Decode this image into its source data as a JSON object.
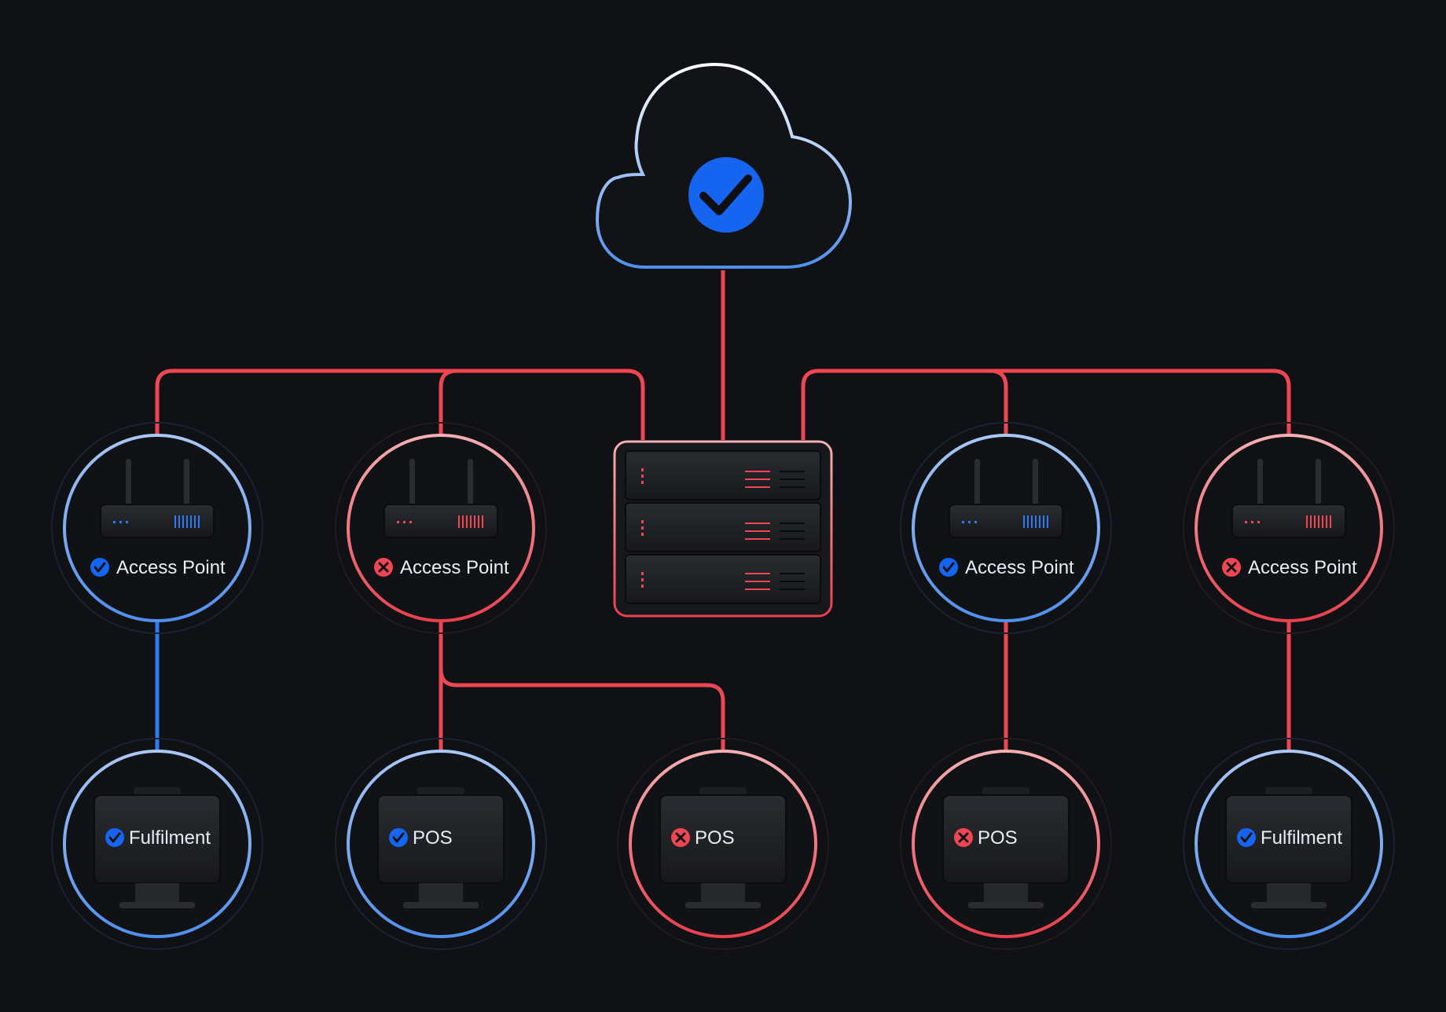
{
  "colors": {
    "background": "#101114",
    "ok": "#5c9cf0",
    "ok_check": "#1565f0",
    "error": "#ef4654",
    "error_light": "#f2a3a6",
    "device_body": "#202226",
    "text": "#e9edf5"
  },
  "cloud": {
    "status": "ok",
    "icon": "checkmark-icon"
  },
  "server": {
    "status": "error",
    "icon": "server-rack-icon"
  },
  "access_points": [
    {
      "label": "Access Point",
      "status": "ok",
      "icon": "router-icon"
    },
    {
      "label": "Access Point",
      "status": "error",
      "icon": "router-icon"
    },
    {
      "label": "Access Point",
      "status": "ok",
      "icon": "router-icon"
    },
    {
      "label": "Access Point",
      "status": "error",
      "icon": "router-icon"
    }
  ],
  "terminals": [
    {
      "label": "Fulfilment",
      "status": "ok",
      "icon": "monitor-icon"
    },
    {
      "label": "POS",
      "status": "ok",
      "icon": "monitor-icon"
    },
    {
      "label": "POS",
      "status": "error",
      "icon": "monitor-icon"
    },
    {
      "label": "POS",
      "status": "error",
      "icon": "monitor-icon"
    },
    {
      "label": "Fulfilment",
      "status": "ok",
      "icon": "monitor-icon"
    }
  ],
  "connections": [
    {
      "from": "cloud",
      "to": "server",
      "status": "error"
    },
    {
      "from": "server",
      "to": "access_points.0",
      "status": "error"
    },
    {
      "from": "server",
      "to": "access_points.1",
      "status": "error"
    },
    {
      "from": "server",
      "to": "access_points.2",
      "status": "error"
    },
    {
      "from": "server",
      "to": "access_points.3",
      "status": "error"
    },
    {
      "from": "access_points.0",
      "to": "terminals.0",
      "status": "ok"
    },
    {
      "from": "access_points.1",
      "to": "terminals.1",
      "status": "error"
    },
    {
      "from": "access_points.1",
      "to": "terminals.2",
      "status": "error"
    },
    {
      "from": "access_points.2",
      "to": "terminals.3",
      "status": "error"
    },
    {
      "from": "access_points.3",
      "to": "terminals.4",
      "status": "error"
    }
  ]
}
